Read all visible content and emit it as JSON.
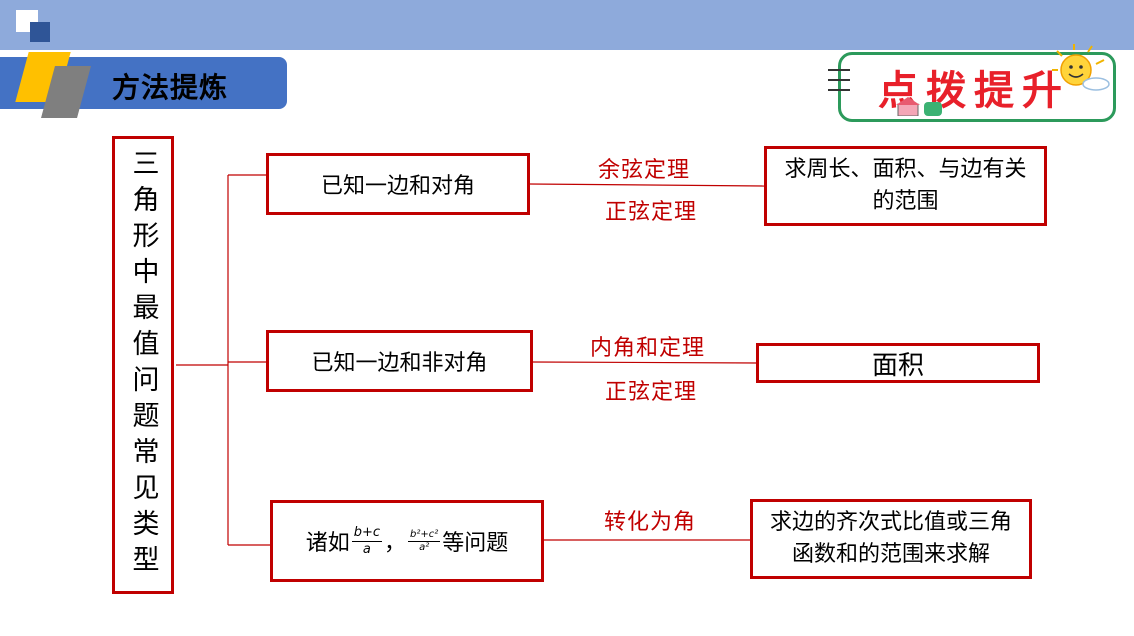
{
  "header": {
    "section_title": "方法提炼",
    "badge_text": "点拨提升"
  },
  "diagram": {
    "root": "三角形中最值问题常见类型",
    "branches": [
      {
        "condition": "已知一边和对角",
        "methods": [
          "余弦定理",
          "正弦定理"
        ],
        "result": "求周长、面积、与边有关的范围"
      },
      {
        "condition": "已知一边和非对角",
        "methods": [
          "内角和定理",
          "正弦定理"
        ],
        "result": "面积"
      },
      {
        "condition_prefix": "诸如",
        "frac1_num": "b+c",
        "frac1_den": "a",
        "sep": "，",
        "frac2_num": "b²+c²",
        "frac2_den": "a²",
        "condition_suffix": "等问题",
        "methods": [
          "转化为角"
        ],
        "result": "求边的齐次式比值或三角函数和的范围来求解"
      }
    ]
  },
  "colors": {
    "accent_red": "#c00000",
    "header_blue": "#8eaadb",
    "tab_blue": "#4472c4",
    "badge_red": "#e8202a",
    "badge_green": "#2c9a5b"
  }
}
